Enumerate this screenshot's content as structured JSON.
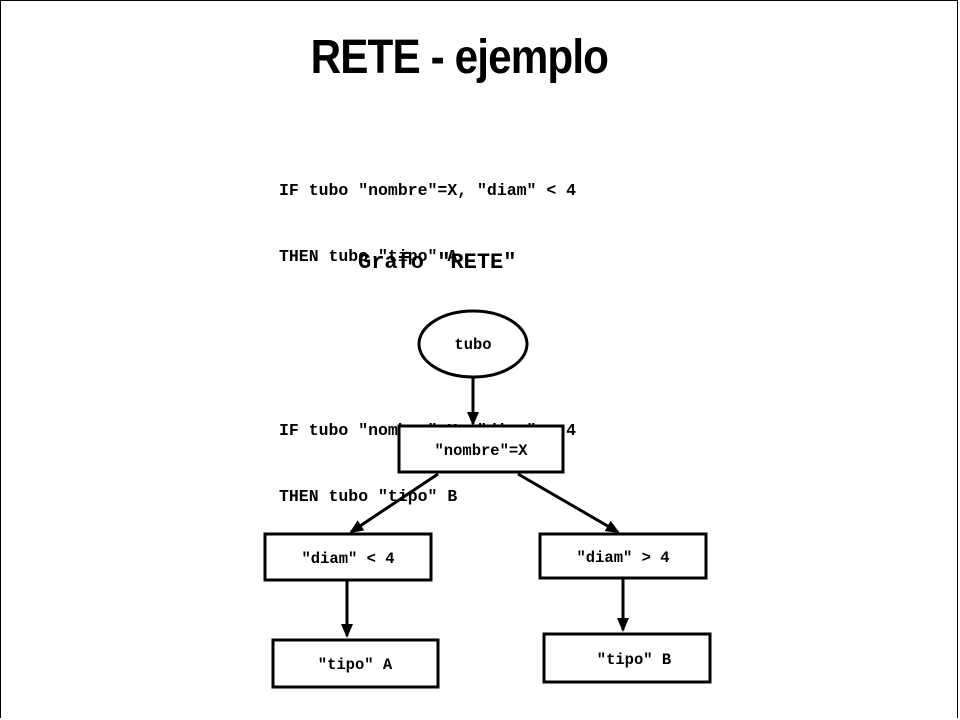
{
  "slide": {
    "title": "RETE - ejemplo"
  },
  "rules": [
    {
      "if_line": "IF tubo \"nombre\"=X, \"diam\" < 4",
      "then_line": "THEN tubo \"tipo\" A"
    },
    {
      "if_line": "IF tubo \"nombre\"=X, \"diam\" > 4",
      "then_line": "THEN tubo \"tipo\" B"
    }
  ],
  "graph": {
    "title": "Grafo \"RETE\"",
    "nodes": {
      "root": "tubo",
      "nombre": "\"nombre\"=X",
      "diam_lt": "\"diam\" < 4",
      "diam_gt": "\"diam\" > 4",
      "tipo_a": "\"tipo\" A",
      "tipo_b": "\"tipo\" B"
    }
  },
  "colors": {
    "stroke": "#000000",
    "background": "#ffffff"
  }
}
